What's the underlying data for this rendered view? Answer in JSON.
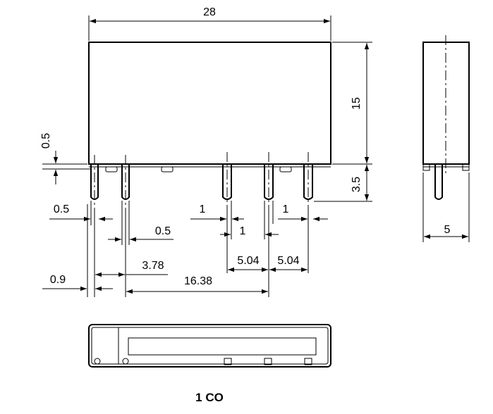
{
  "front_view": {
    "width_label": "28",
    "height_label": "15",
    "pin_length_label": "3.5",
    "standoff_label": "0.5",
    "pin_width_label_left": "0.5",
    "pin_width_label_mid": "0.5",
    "pitch_small_left": "1",
    "pitch_small_mid": "1",
    "pitch_small_right": "1",
    "pitch_a": "5.04",
    "pitch_b": "5.04",
    "offset_a": "3.78",
    "offset_b": "16.38",
    "edge_offset": "0.9"
  },
  "side_view": {
    "depth_label": "5"
  },
  "caption": "1 CO"
}
